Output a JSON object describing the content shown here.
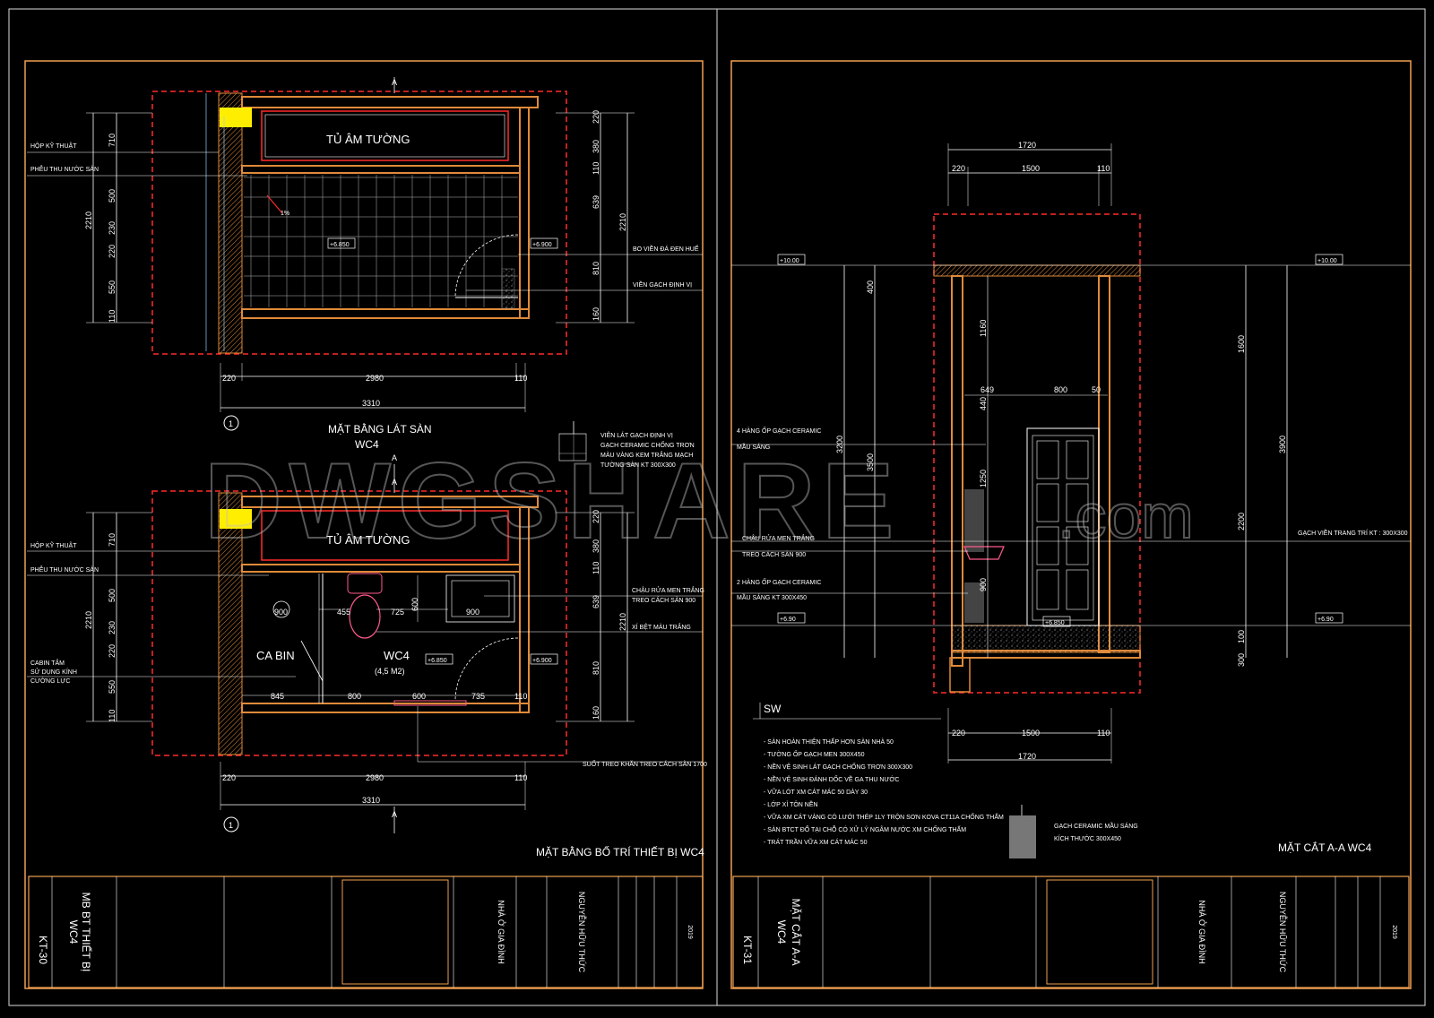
{
  "colors": {
    "background": "#000000",
    "frame": "#f0a050",
    "wall": "#e08a3a",
    "redDash": "#ff2a2a",
    "text": "#ffffff",
    "dim": "#ffffff",
    "yellow": "#ffee00",
    "gray": "#c0c0c0"
  },
  "watermark": {
    "text": "DWGSHARE",
    "suffix": ".com"
  },
  "sheet_left": {
    "plan1": {
      "section_marker_top": "A",
      "cabinet_label": "TỦ ÂM TƯỜNG",
      "level_center": "+6.850",
      "level_right": "+6.900",
      "slope": "1%",
      "left_labels": [
        "HỘP KỸ THUẬT",
        "PHỄU THU NƯỚC SÀN"
      ],
      "right_labels": [
        "BO VIỀN ĐÁ ĐEN HUẾ",
        "VIỀN GẠCH ĐỊNH VỊ"
      ],
      "right_dims": [
        "220",
        "380",
        "110",
        "639",
        "810",
        "160"
      ],
      "right_total": "2210",
      "left_dims": [
        "710",
        "500",
        "230",
        "220",
        "550",
        "110"
      ],
      "left_total": "2210",
      "bottom_dims": [
        "220",
        "2980",
        "110"
      ],
      "bottom_total": "3310",
      "title_line1": "MẶT BẰNG LÁT SÀN",
      "title_line2": "WC4",
      "axis_label": "1"
    },
    "legend_tile": [
      "VIÊN LÁT GẠCH ĐỊNH VỊ",
      "GẠCH CERAMIC CHỐNG TRƠN",
      "MÀU VÀNG KEM TRẮNG MẠCH",
      "TƯỜNG SÀN KT 300X300"
    ],
    "plan2": {
      "section_marker_a1": "A",
      "section_marker_a2": "A",
      "section_marker_bottom": "A",
      "cabinet_label": "TỦ ÂM TƯỜNG",
      "cabin_label": "CA BIN",
      "room_label": "WC4",
      "room_area": "(4,5 M2)",
      "level_center": "+6.850",
      "level_right": "+6.900",
      "inner_dims": [
        "900",
        "455",
        "725",
        "600",
        "900"
      ],
      "bottom_inner_dims": [
        "845",
        "800",
        "600",
        "735",
        "110"
      ],
      "left_labels": [
        "HỘP KỸ THUẬT",
        "PHỄU THU NƯỚC SÀN",
        "CABIN TẮM",
        "SỬ DỤNG KÍNH",
        "CƯỜNG LỰC"
      ],
      "right_labels": [
        "CHẬU RỬA MEN TRẮNG",
        "TREO CÁCH SÀN 900",
        "XÍ BỆT MÀU TRẮNG"
      ],
      "towel_label": "SUỐT TREO KHĂN TREO CÁCH SÀN 1700",
      "right_dims": [
        "220",
        "380",
        "110",
        "639",
        "810",
        "160"
      ],
      "right_total": "2210",
      "left_dims": [
        "710",
        "500",
        "230",
        "220",
        "550",
        "110"
      ],
      "left_total": "2210",
      "bottom_dims": [
        "220",
        "2980",
        "110"
      ],
      "bottom_total": "3310",
      "title": "MẶT BẰNG BỐ TRÍ THIẾT BỊ WC4",
      "axis_label": "1"
    },
    "titleblock": {
      "drawing_name_line1": "MB BT THIẾT BỊ",
      "drawing_name_line2": "WC4",
      "sheet_no": "KT-30",
      "project": "NHÀ Ở GIA ĐÌNH",
      "owner": "NGUYỄN HỮU THỨC",
      "year": "2019"
    }
  },
  "sheet_right": {
    "top_dims": [
      "220",
      "1500",
      "110"
    ],
    "top_total": "1720",
    "bottom_dims": [
      "220",
      "1500",
      "110"
    ],
    "bottom_total": "1720",
    "level_top_left": "+10.00",
    "level_top_right": "+10.00",
    "level_floor_left": "+6.90",
    "level_floor_right": "+6.90",
    "level_door": "+6.850",
    "vert_dims": [
      "400",
      "3200",
      "3500",
      "1160",
      "440",
      "1250",
      "900",
      "100",
      "300",
      "1600",
      "2200",
      "3900"
    ],
    "inner_dims": [
      "649",
      "800",
      "50"
    ],
    "labels_left": [
      "4 HÀNG ỐP GẠCH CERAMIC",
      "MẦU SÁNG",
      "CHẬU RỬA MEN TRẮNG",
      "TREO CÁCH SÀN 900",
      "2 HÀNG ỐP GẠCH CERAMIC",
      "MẦU SÁNG KT 300X450"
    ],
    "label_right": "GẠCH VIỀN TRANG TRÍ KT : 300X300",
    "sw_title": "SW",
    "sw_notes": [
      "- SÀN HOÀN THIỆN THẤP HƠN SÀN NHÀ 50",
      "- TƯỜNG ỐP GẠCH MEN 300X450",
      "- NỀN VỆ SINH LÁT GẠCH CHỐNG TRƠN 300X300",
      "- NỀN VỆ SINH ĐÁNH DỐC VỀ GA THU NƯỚC",
      "- VỮA LÓT XM CÁT MÁC 50 DÀY 30",
      "  - LỚP XỈ TÔN NỀN",
      "  - VỮA XM CÁT VÀNG CÓ LƯỚI THÉP 1LY TRỘN SƠN KOVA CT11A CHỐNG THẤM",
      "  - SÀN BTCT ĐỔ TẠI CHỖ CÓ XỬ LÝ NGÂM NƯỚC XM CHỐNG THẤM",
      "  - TRÁT TRẦN VỮA XM CÁT MÁC 50"
    ],
    "legend_gray": [
      "GẠCH CERAMIC MẦU SÁNG",
      "KÍCH THƯỚC 300X450"
    ],
    "title": "MẶT CẮT A-A WC4",
    "titleblock": {
      "drawing_name_line1": "MẶT CẮT A-A",
      "drawing_name_line2": "WC4",
      "sheet_no": "KT-31",
      "project": "NHÀ Ở GIA ĐÌNH",
      "owner": "NGUYỄN HỮU THỨC",
      "year": "2019"
    }
  }
}
